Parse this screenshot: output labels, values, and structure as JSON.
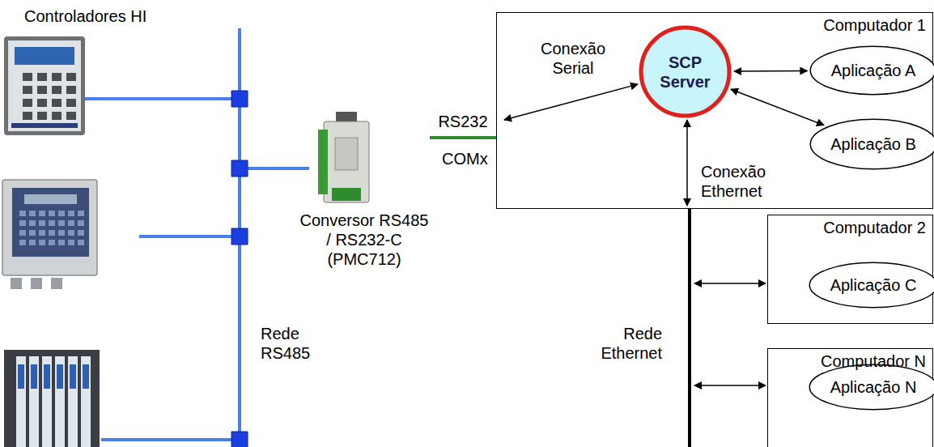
{
  "diagram": {
    "nodes": [
      {
        "text": [
          "Conversor RS485 / RS232-C (PMC712)"
        ]
      },
      {
        "text": [
          "Computador 1"
        ]
      },
      {
        "text": [
          "SCP Server"
        ],
        "in": 1
      },
      {
        "text": [
          "Aplicação A"
        ],
        "in": 1
      },
      {
        "text": [
          "Aplicação B"
        ],
        "in": 1
      },
      {
        "text": [
          "Computador 2"
        ]
      },
      {
        "text": [
          "Aplicação C"
        ],
        "in": 5
      },
      {
        "text": [
          "Computador N"
        ]
      },
      {
        "text": [
          "Aplicação N"
        ],
        "in": 7
      }
    ],
    "edges": [
      {
        "from": 0,
        "to": 1,
        "arrow": "none",
        "label": "RS232"
      },
      {
        "from": 1,
        "to": 2,
        "arrow": "both",
        "label": "Conexão Serial"
      },
      {
        "from": 2,
        "to": 3,
        "arrow": "both"
      },
      {
        "from": 2,
        "to": 4,
        "arrow": "both"
      }
    ],
    "labels": [
      "Controladores HI",
      "Rede RS485",
      "COMx",
      "Conexão Ethernet",
      "Rede Ethernet"
    ]
  }
}
